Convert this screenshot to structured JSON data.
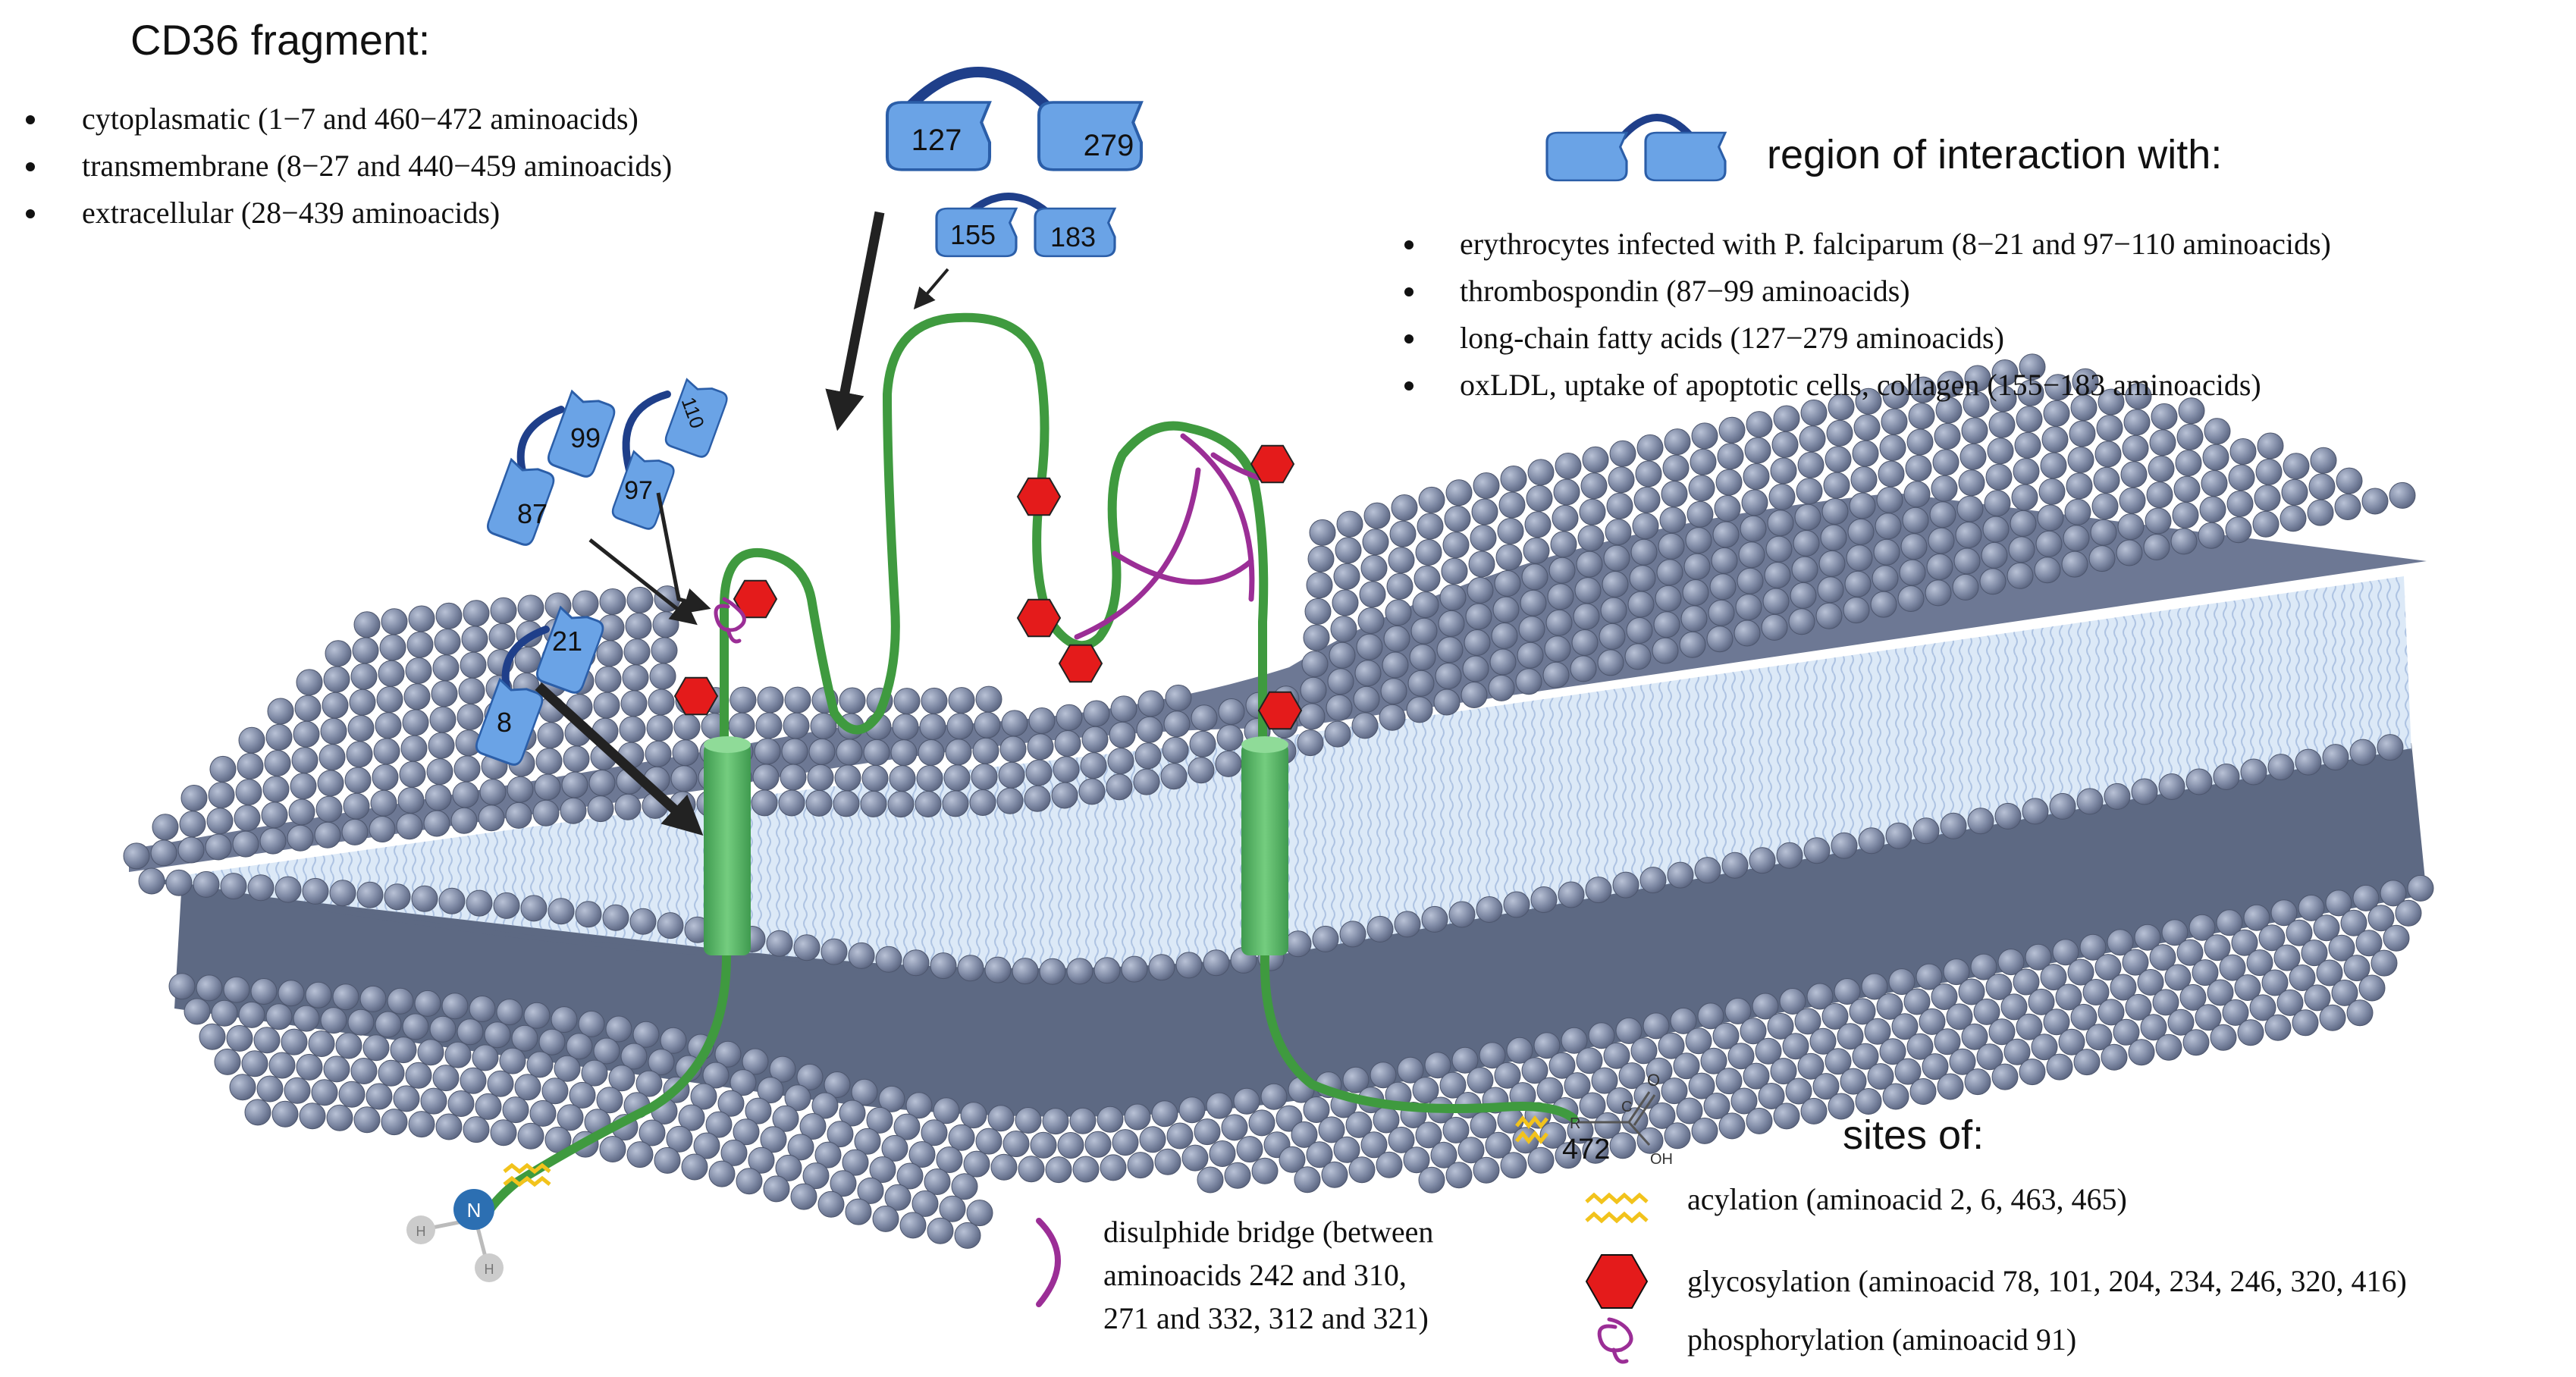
{
  "title": "CD36 fragment:",
  "fragments": [
    "cytoplasmatic (1−7 and 460−472 aminoacids)",
    "transmembrane (8−27 and 440−459 aminoacids)",
    "extracellular (28−439 aminoacids)"
  ],
  "interaction": {
    "heading": "region of interaction with:",
    "items": [
      "erythrocytes infected with P. falciparum (8−21 and 97−110 aminoacids)",
      "thrombospondin (87−99 aminoacids)",
      "long-chain fatty acids (127−279 aminoacids)",
      "oxLDL, uptake of apoptotic cells, collagen (155−183 aminoacids)"
    ]
  },
  "domains": {
    "d127_279": {
      "a": "127",
      "b": "279"
    },
    "d155_183": {
      "a": "155",
      "b": "183"
    },
    "d87_99": {
      "a": "87",
      "b": "99"
    },
    "d97_110": {
      "a": "97",
      "b": "110"
    },
    "d8_21": {
      "a": "8",
      "b": "21"
    }
  },
  "c_terminus": {
    "number": "472",
    "atom_c": "C",
    "atom_o": "O",
    "atom_oh": "OH",
    "atom_r": "R"
  },
  "n_terminus": {
    "atom_n": "N",
    "atom_h1": "H",
    "atom_h2": "H"
  },
  "sites": {
    "heading": "sites of:",
    "acylation": "acylation (aminoacid 2, 6, 463, 465)",
    "glycosylation": "glycosylation (aminoacid 78, 101, 204, 234, 246, 320, 416)",
    "phosphorylation": "phosphorylation (aminoacid 91)"
  },
  "disulphide_legend": [
    "disulphide bridge (between",
    "aminoacids 242 and 310,",
    "271 and 332, 312 and 321)"
  ],
  "colors": {
    "chain": "#3f9a3f",
    "helix": "#5cbd6a",
    "domain_fill": "#6aa3e6",
    "domain_stroke": "#2b5ea8",
    "domain_arc": "#1f3f8a",
    "glycosylation": "#e41b1b",
    "disulphide": "#9b2e96",
    "acylation": "#f2c31c",
    "lipid_head": "#7f8aa5",
    "membrane_core": "#dce9f7",
    "arrow": "#222222"
  }
}
